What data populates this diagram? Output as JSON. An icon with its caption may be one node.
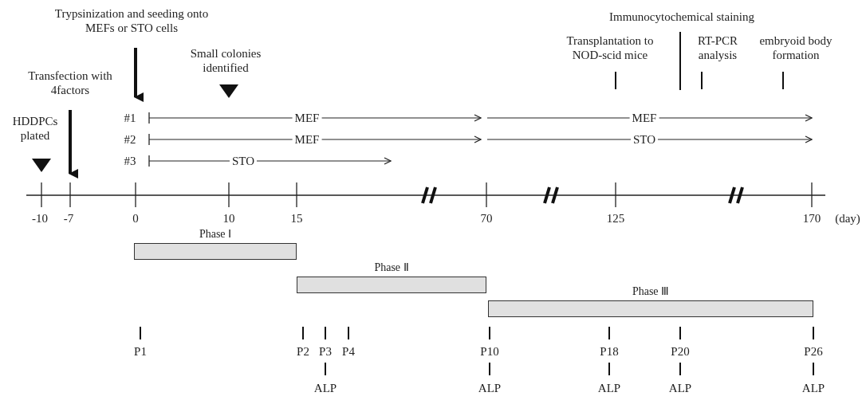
{
  "diagram": {
    "nodes": [
      {
        "text": [
          "Phase Ⅰ"
        ]
      },
      {
        "text": [
          "Phase Ⅱ"
        ]
      },
      {
        "text": [
          "Phase Ⅲ"
        ]
      }
    ],
    "edges": [],
    "labels": [
      "Trypsinization and seeding onto MEFs or STO cells",
      "Immunocytochemical staining",
      "Transplantation to NOD-scid mice",
      "RT-PCR analysis",
      "embryoid body formation",
      "Small colonies identified",
      "Transfection with 4factors",
      "HDDPCs plated",
      "#1",
      "MEF",
      "MEF",
      "#2",
      "MEF",
      "STO",
      "#3",
      "STO",
      "-10",
      "-7",
      "0",
      "10",
      "15",
      "70",
      "125",
      "170",
      "(day)",
      "P1",
      "P2",
      "P3",
      "P4",
      "P10",
      "P18",
      "P20",
      "P26",
      "ALP",
      "ALP",
      "ALP",
      "ALP",
      "ALP"
    ]
  }
}
